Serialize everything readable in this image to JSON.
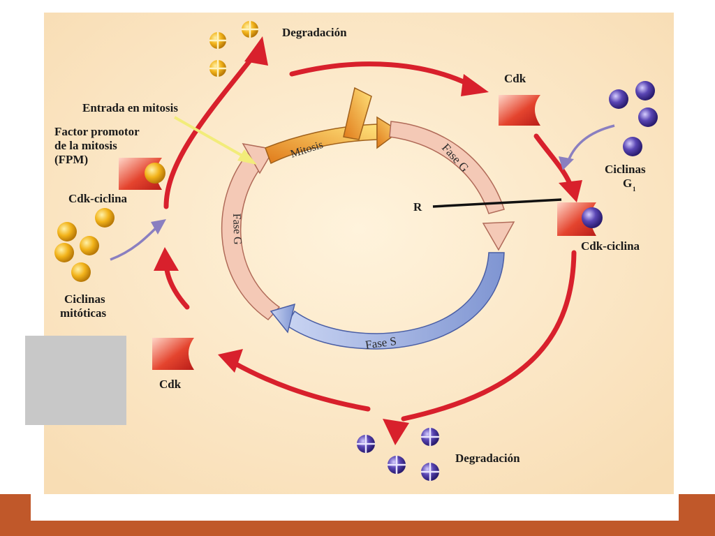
{
  "colors": {
    "footer_bar": "#c0582a",
    "background_cream": "#fbe6c4",
    "red_arrow": "#d8202c",
    "purple_arrow": "#8a7fc0",
    "yellow_pointer": "#f2ec7a",
    "mitosis_orange": "#f0a43c",
    "phase_pink": "#f4c9b6",
    "phase_s_blue": "#8fa3d8",
    "mitotic_cyclin": "#f2b31a",
    "g1_cyclin": "#5a46b4",
    "cdk_red": "#d8322c"
  },
  "labels": {
    "degradacion_top": "Degradación",
    "cdk_top": "Cdk",
    "entrada_mitosis": "Entrada en mitosis",
    "fpm_line1": "Factor promotor",
    "fpm_line2": "de la mitosis",
    "fpm_line3": "(FPM)",
    "cdk_ciclina_left": "Cdk-ciclina",
    "ciclinas_g_line1": "Ciclinas",
    "ciclinas_g_line2": "G",
    "ciclinas_g_sub": "1",
    "r_point": "R",
    "cdk_ciclina_right": "Cdk-ciclina",
    "ciclinas_mit_line1": "Ciclinas",
    "ciclinas_mit_line2": "mitóticas",
    "cdk_bottom": "Cdk",
    "degradacion_bottom": "Degradación"
  },
  "phases": {
    "mitosis": "Mitosis",
    "fase_g_right": "Fase G",
    "fase_g_left": "Fase G",
    "fase_s": "Fase S"
  }
}
